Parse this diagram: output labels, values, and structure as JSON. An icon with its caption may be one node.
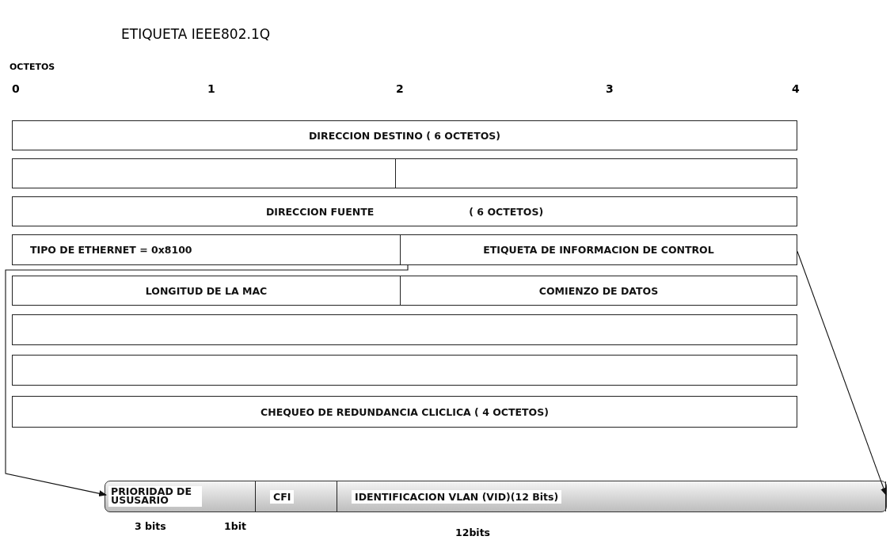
{
  "diagram": {
    "title": "ETIQUETA IEEE802.1Q",
    "nodes": [
      {
        "text": [
          "DIRECCION DESTINO ( 6 OCTETOS)"
        ]
      },
      {
        "text": [],
        "shape": "box"
      },
      {
        "text": [],
        "shape": "box"
      },
      {
        "text": [
          "DIRECCION FUENTE",
          "( 6 OCTETOS)"
        ]
      },
      {
        "text": [
          "TIPO DE ETHERNET = 0x8100"
        ]
      },
      {
        "text": [
          "ETIQUETA DE INFORMACION DE CONTROL"
        ]
      },
      {
        "text": [
          "LONGITUD DE LA MAC"
        ]
      },
      {
        "text": [
          "COMIENZO DE DATOS"
        ]
      },
      {
        "text": [],
        "shape": "box"
      },
      {
        "text": [],
        "shape": "box"
      },
      {
        "text": [
          "CHEQUEO DE REDUNDANCIA CLICLICA ( 4 OCTETOS)"
        ]
      },
      {
        "text": [
          "PRIORIDAD DE USUSARIO"
        ],
        "beside": [
          "3 bits"
        ]
      },
      {
        "text": [
          "CFI"
        ],
        "beside": [
          "1bit"
        ]
      },
      {
        "text": [
          "IDENTIFICACION VLAN (VID)(12 Bits)"
        ],
        "beside": [
          "12bits"
        ]
      }
    ],
    "edges": [
      {
        "from": 5,
        "to": 11,
        "arrow": "to"
      },
      {
        "from": 5,
        "to": 13,
        "arrow": "to"
      }
    ],
    "labels": [
      "OCTETOS",
      "0",
      "1",
      "2",
      "3",
      "4"
    ]
  }
}
